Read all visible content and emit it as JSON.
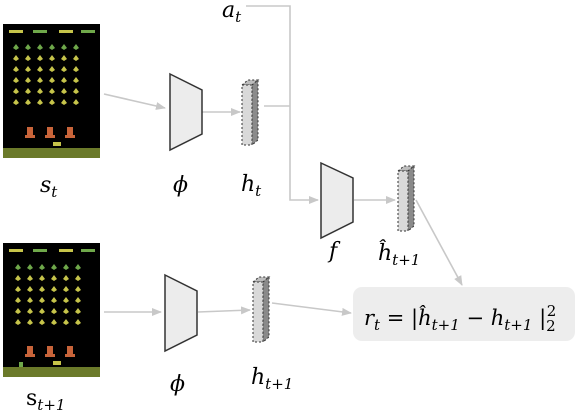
{
  "colors": {
    "arrow": "#c8c8c8",
    "encoder_fill": "#ececec",
    "encoder_stroke": "#333333",
    "feature_fill": "#d9d9d9",
    "feature_side": "#8a8a8a",
    "reward_bg": "#ededed",
    "game_bg": "#000000",
    "ground": "#6b7a2a",
    "alien_yellow": "#c6c44a",
    "alien_green": "#6fa84a",
    "player": "#c8643a"
  },
  "labels": {
    "action": {
      "base": "a",
      "sub": "t"
    },
    "state_t": {
      "base": "s",
      "sub": "t"
    },
    "state_t1": {
      "base": "s",
      "sub": "t+1"
    },
    "encoder_top": "ϕ",
    "encoder_bottom": "ϕ",
    "feature_t": {
      "base": "h",
      "sub": "t"
    },
    "feature_t1": {
      "base": "h",
      "sub": "t+1"
    },
    "forward_model": "f",
    "predicted_feature": {
      "base": "ĥ",
      "sub": "t+1"
    }
  },
  "reward": {
    "lhs": "r",
    "lhs_sub": "t",
    "eq": " = |",
    "pred": "ĥ",
    "pred_sub": "t+1",
    "minus": " − ",
    "target": "h",
    "target_sub": "t+1",
    "close": " |",
    "norm_sub": "2",
    "norm_sup": "2"
  }
}
